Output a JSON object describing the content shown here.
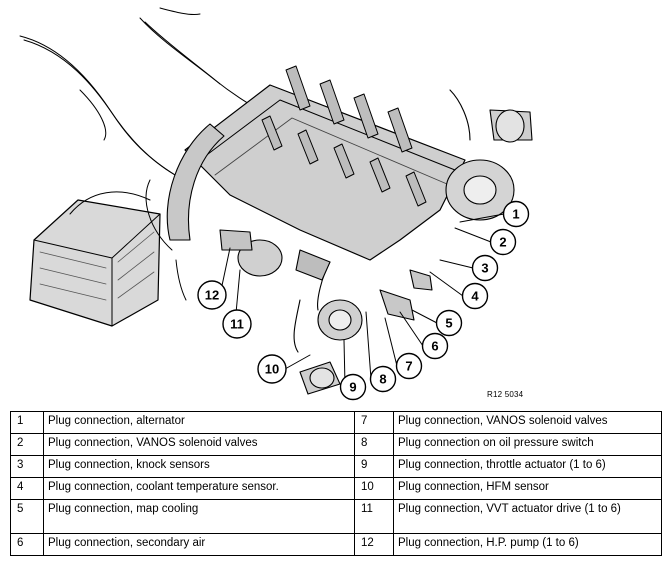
{
  "diagram": {
    "reference_code": "R12 5034",
    "callouts": [
      "1",
      "2",
      "3",
      "4",
      "5",
      "6",
      "7",
      "8",
      "9",
      "10",
      "11",
      "12"
    ]
  },
  "legend": {
    "rows": [
      {
        "left_num": "1",
        "left_text": "Plug connection, alternator",
        "right_num": "7",
        "right_text": "Plug connection, VANOS solenoid valves"
      },
      {
        "left_num": "2",
        "left_text": "Plug connection, VANOS solenoid valves",
        "right_num": "8",
        "right_text": "Plug connection on oil pressure switch"
      },
      {
        "left_num": "3",
        "left_text": "Plug connection, knock sensors",
        "right_num": "9",
        "right_text": "Plug connection, throttle actuator (1 to 6)"
      },
      {
        "left_num": "4",
        "left_text": "Plug connection, coolant temperature sensor.",
        "right_num": "10",
        "right_text": "Plug connection, HFM sensor"
      },
      {
        "left_num": "5",
        "left_text": "Plug connection, map cooling",
        "right_num": "11",
        "right_text": "Plug connection, VVT actuator drive (1 to 6)"
      },
      {
        "left_num": "6",
        "left_text": "Plug connection, secondary air",
        "right_num": "12",
        "right_text": "Plug connection, H.P. pump (1 to 6)"
      }
    ]
  }
}
